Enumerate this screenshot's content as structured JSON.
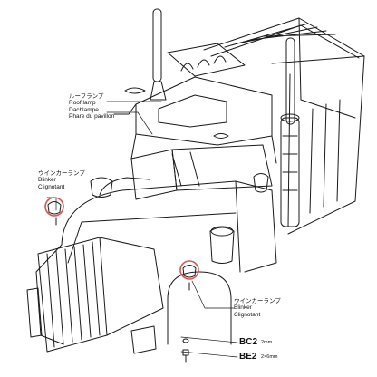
{
  "labels": {
    "roof_lamp": {
      "jp": "ルーフランプ",
      "en": "Roof lamp",
      "de": "Dachlampe",
      "fr": "Phare du pavillon"
    },
    "blinker_left": {
      "jp": "ウインカーランプ",
      "en": "Blinker",
      "fr": "Clignotant"
    },
    "blinker_right": {
      "jp": "ウインカーランプ",
      "en": "Blinker",
      "fr": "Clignotant"
    }
  },
  "parts": [
    {
      "code": "BC2",
      "size": "2mm"
    },
    {
      "code": "BE2",
      "size": "2×6mm"
    }
  ],
  "colors": {
    "line": "#1a1a1a",
    "highlight": "#d9534f",
    "paper": "#ffffff"
  }
}
